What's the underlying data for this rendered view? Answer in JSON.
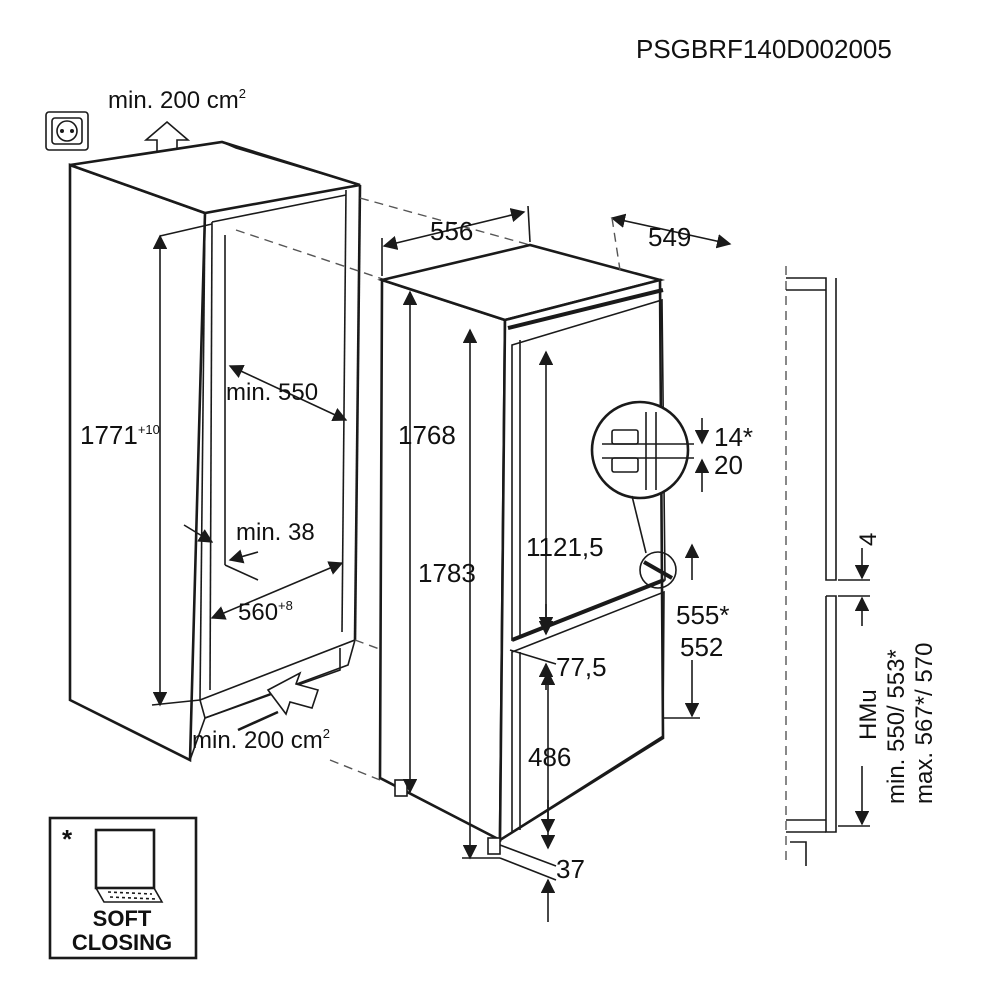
{
  "diagram": {
    "code": "PSGBRF140D002005",
    "ventilation_top": {
      "value": "min. 200 cm",
      "sup": "2"
    },
    "ventilation_bottom": {
      "value": "min. 200 cm",
      "sup": "2"
    },
    "niche": {
      "height": {
        "value": "1771",
        "sup": "+10"
      },
      "depth_min": "min. 550",
      "side_min": "min. 38",
      "width": {
        "value": "560",
        "sup": "+8"
      }
    },
    "appliance": {
      "width": "556",
      "depth": "549",
      "height_body": "1768",
      "height_total": "1783",
      "upper_door": "1121,5",
      "gap": "77,5",
      "lower_door": "486",
      "bottom": "37",
      "door_hinge_a": "14*",
      "door_hinge_b": "20",
      "hinge_a": "555*",
      "hinge_b": "552"
    },
    "side_view": {
      "gap": "4",
      "hmu_label": "HMu",
      "hmu_min": "min. 550/ 553*",
      "hmu_max": "max. 567*/ 570"
    },
    "soft_closing": {
      "asterisk": "*",
      "line1": "SOFT",
      "line2": "CLOSING"
    }
  }
}
